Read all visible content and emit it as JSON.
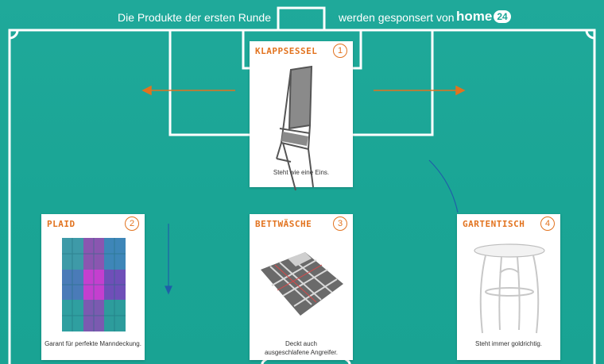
{
  "header": {
    "left_text": "Die Produkte der ersten Runde",
    "right_text": "werden gesponsert von",
    "brand": "home",
    "brand_badge": "24"
  },
  "products": [
    {
      "title": "KLAPPSESSEL",
      "number": "1",
      "caption": "Steht wie eine Eins.",
      "image": "folding-chair"
    },
    {
      "title": "PLAID",
      "number": "2",
      "caption": "Garant für perfekte Manndeckung.",
      "image": "plaid-blanket"
    },
    {
      "title": "BETTWÄSCHE",
      "number": "3",
      "caption": "Deckt auch ausgeschlafene Angreifer.",
      "image": "bed-linen"
    },
    {
      "title": "GARTENTISCH",
      "number": "4",
      "caption": "Steht immer goldrichtig.",
      "image": "garden-table"
    }
  ],
  "colors": {
    "field": "#1aa595",
    "accent_orange": "#e2731f",
    "arrow_blue": "#1f5fa8",
    "lines": "#ffffff"
  }
}
